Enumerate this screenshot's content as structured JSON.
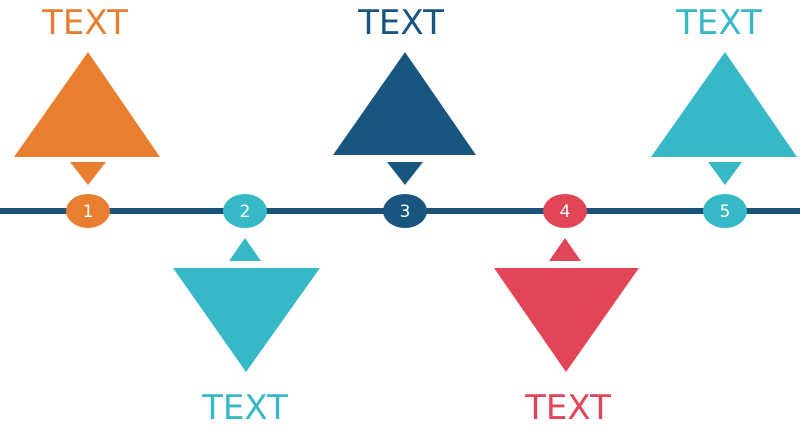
{
  "timeline": {
    "line_color": "#1b5278",
    "steps": [
      {
        "number": "1",
        "label": "TEXT",
        "color": "#e87f30",
        "direction": "up"
      },
      {
        "number": "2",
        "label": "TEXT",
        "color": "#36b8c6",
        "direction": "down"
      },
      {
        "number": "3",
        "label": "TEXT",
        "color": "#185680",
        "direction": "up"
      },
      {
        "number": "4",
        "label": "TEXT",
        "color": "#e04558",
        "direction": "down"
      },
      {
        "number": "5",
        "label": "TEXT",
        "color": "#36b8c6",
        "direction": "up"
      }
    ]
  }
}
